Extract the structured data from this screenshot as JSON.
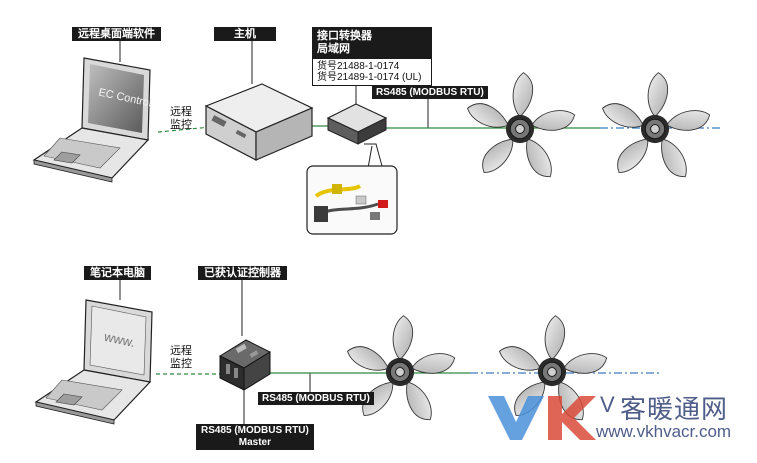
{
  "labels": {
    "remote_software": "远程桌面端软件",
    "host": "主机",
    "notebook": "笔记本电脑",
    "certified_controller": "已获认证控制器",
    "remote_monitor_line1": "远程",
    "remote_monitor_line2": "监控"
  },
  "interface_converter": {
    "line1": "接口转换器",
    "line2": "局域网",
    "part1": "货号21488-1-0174",
    "part2": "货号21489-1-0174 (UL)"
  },
  "bus": {
    "top": "RS485 (MODBUS RTU)",
    "bottom": "RS485 (MODBUS RTU)",
    "master_line1": "RS485 (MODBUS RTU)",
    "master_line2": "Master"
  },
  "screens": {
    "ec_control": "EC Control",
    "www": "www."
  },
  "watermark": {
    "v": "V",
    "cn": "客暖通网",
    "url": "www.vkhvacr.com"
  },
  "colors": {
    "green_line": "#2e8b3e",
    "blue_line": "#3f7bbf",
    "dark_label": "#1a1a1a",
    "brand": "#4f5d8a"
  }
}
